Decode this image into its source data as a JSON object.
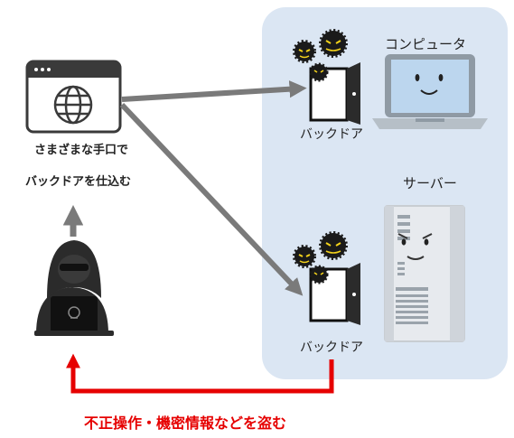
{
  "labels": {
    "computer": "コンピュータ",
    "server": "サーバー",
    "backdoor_top": "バックドア",
    "backdoor_bottom": "バックドア",
    "method_line1": "さまざまな手口で",
    "method_line2": "バックドアを仕込む",
    "steal": "不正操作・機密情報などを盗む"
  },
  "colors": {
    "panel": "#dbe6f3",
    "arrow_gray": "#7a7a7a",
    "arrow_red": "#e60000",
    "virus": "#1a1a1a",
    "virus_eyes": "#f3d21a",
    "laptop_screen": "#bcd6ee",
    "hacker": "#2b2b2b"
  }
}
